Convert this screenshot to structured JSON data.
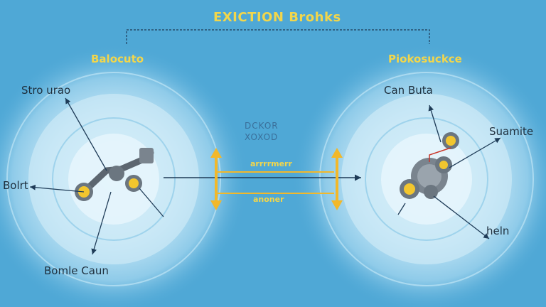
{
  "title": "EXICTION Brohks",
  "left_group": {
    "heading": "Balocuto",
    "labels": {
      "top": "Stro urao",
      "left": "Bolrt",
      "bottom": "Bomle Caun"
    }
  },
  "right_group": {
    "heading": "Piokosuckce",
    "labels": {
      "top": "Can Buta",
      "right": "Suamite",
      "bottom": "heln"
    }
  },
  "center": {
    "line1": "DCKOR",
    "line2": "XOXOD",
    "upper_arrow_label": "arrrrmerr",
    "lower_arrow_label": "anoner"
  },
  "colors": {
    "background": "#4fa8d6",
    "accent_yellow": "#f2d64b",
    "circle_glow": "#d8f0fb",
    "arrow": "#1e3b57"
  },
  "icons": [
    "gear-assembly-left-icon",
    "gear-cluster-right-icon"
  ]
}
